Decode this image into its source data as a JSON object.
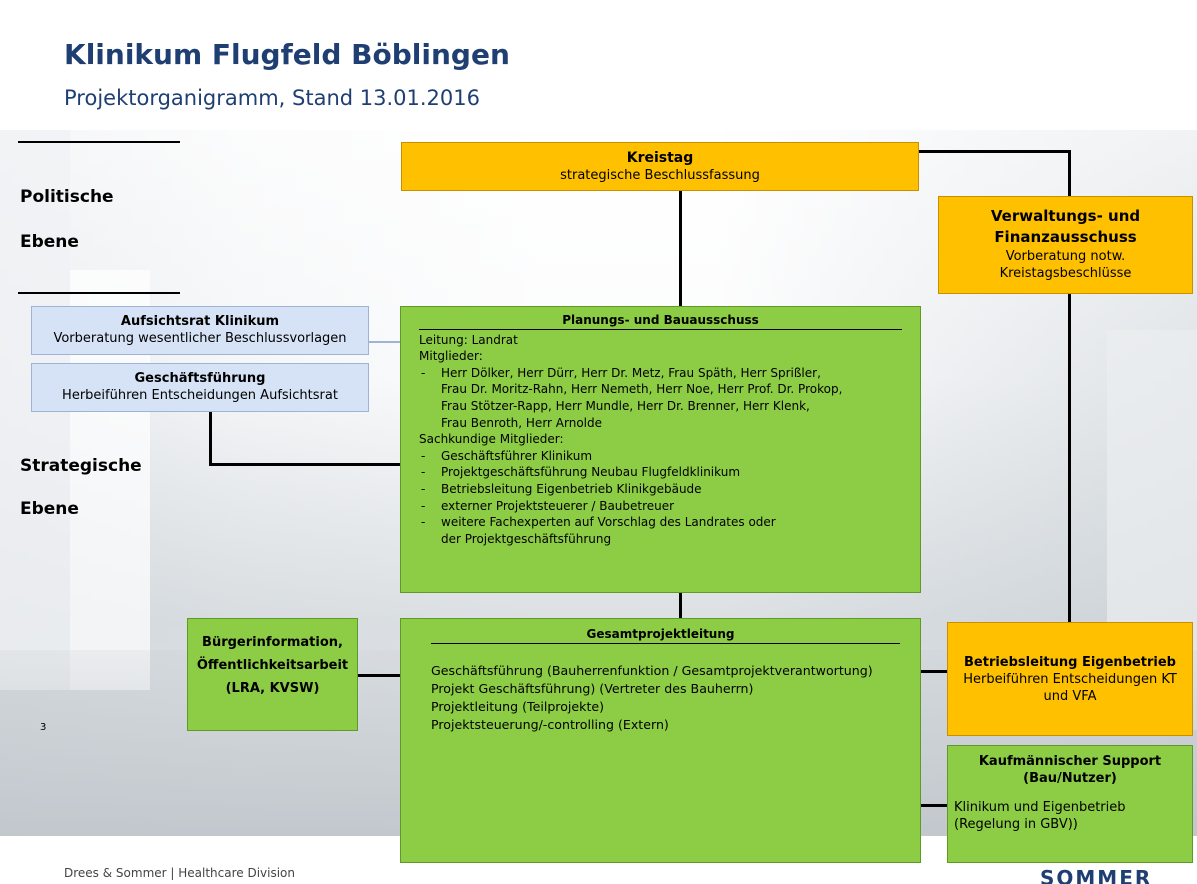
{
  "header": {
    "title": "Klinikum Flugfeld Böblingen",
    "subtitle": "Projektorganigramm, Stand 13.01.2016"
  },
  "levels": {
    "political_line1": "Politische",
    "political_line2": "Ebene",
    "strategic_line1": "Strategische",
    "strategic_line2": "Ebene"
  },
  "kreistag": {
    "title": "Kreistag",
    "text": "strategische Beschlussfassung"
  },
  "vfa": {
    "title_line1": "Verwaltungs- und",
    "title_line2": "Finanzausschuss",
    "text_line1": "Vorberatung notw.",
    "text_line2": "Kreistagsbeschlüsse"
  },
  "aufsichtsrat": {
    "title": "Aufsichtsrat Klinikum",
    "text": "Vorberatung wesentlicher Beschlussvorlagen"
  },
  "geschaeftsfuehrung": {
    "title": "Geschäftsführung",
    "text": "Herbeiführen Entscheidungen Aufsichtsrat"
  },
  "pba": {
    "title": "Planungs- und Bauausschuss",
    "leitung": "Leitung: Landrat",
    "mitglieder_label": "Mitglieder:",
    "mitglieder": [
      "Herr Dölker, Herr Dürr, Herr Dr. Metz, Frau Späth, Herr Sprißler,",
      "Frau Dr. Moritz-Rahn, Herr Nemeth, Herr Noe, Herr Prof. Dr. Prokop,",
      "Frau Stötzer-Rapp, Herr Mundle, Herr Dr. Brenner, Herr Klenk,",
      "Frau Benroth, Herr Arnolde"
    ],
    "sachkundige_label": "Sachkundige Mitglieder:",
    "sachkundige": [
      "Geschäftsführer Klinikum",
      "Projektgeschäftsführung Neubau Flugfeldklinikum",
      "Betriebsleitung Eigenbetrieb Klinikgebäude",
      "externer Projektsteuerer / Baubetreuer",
      "weitere Fachexperten auf Vorschlag des Landrates oder",
      "der Projektgeschäftsführung"
    ]
  },
  "buergerinfo": {
    "line1": "Bürgerinformation,",
    "line2": "Öffentlichkeitsarbeit",
    "line3": "(LRA, KVSW)"
  },
  "gesamtprojektleitung": {
    "title": "Gesamtprojektleitung",
    "lines": [
      "Geschäftsführung (Bauherrenfunktion / Gesamtprojektverantwortung)",
      "Projekt Geschäftsführung) (Vertreter des Bauherrn)",
      "Projektleitung  (Teilprojekte)",
      "Projektsteuerung/-controlling (Extern)"
    ]
  },
  "betriebsleitung": {
    "title": "Betriebsleitung Eigenbetrieb",
    "text_line1": "Herbeiführen Entscheidungen KT",
    "text_line2": "und VFA"
  },
  "kaufmaennisch": {
    "title_line1": "Kaufmännischer Support",
    "title_line2": "(Bau/Nutzer)",
    "text_line1": "Klinikum und Eigenbetrieb",
    "text_line2": "(Regelung in GBV))"
  },
  "footer": {
    "page_number": "3",
    "company": "Drees & Sommer | Healthcare Division",
    "logo": "SOMMER"
  },
  "colors": {
    "title_blue": "#1f3f73",
    "orange": "#ffc000",
    "green": "#8dcc45",
    "light_blue": "#d6e2f5"
  }
}
